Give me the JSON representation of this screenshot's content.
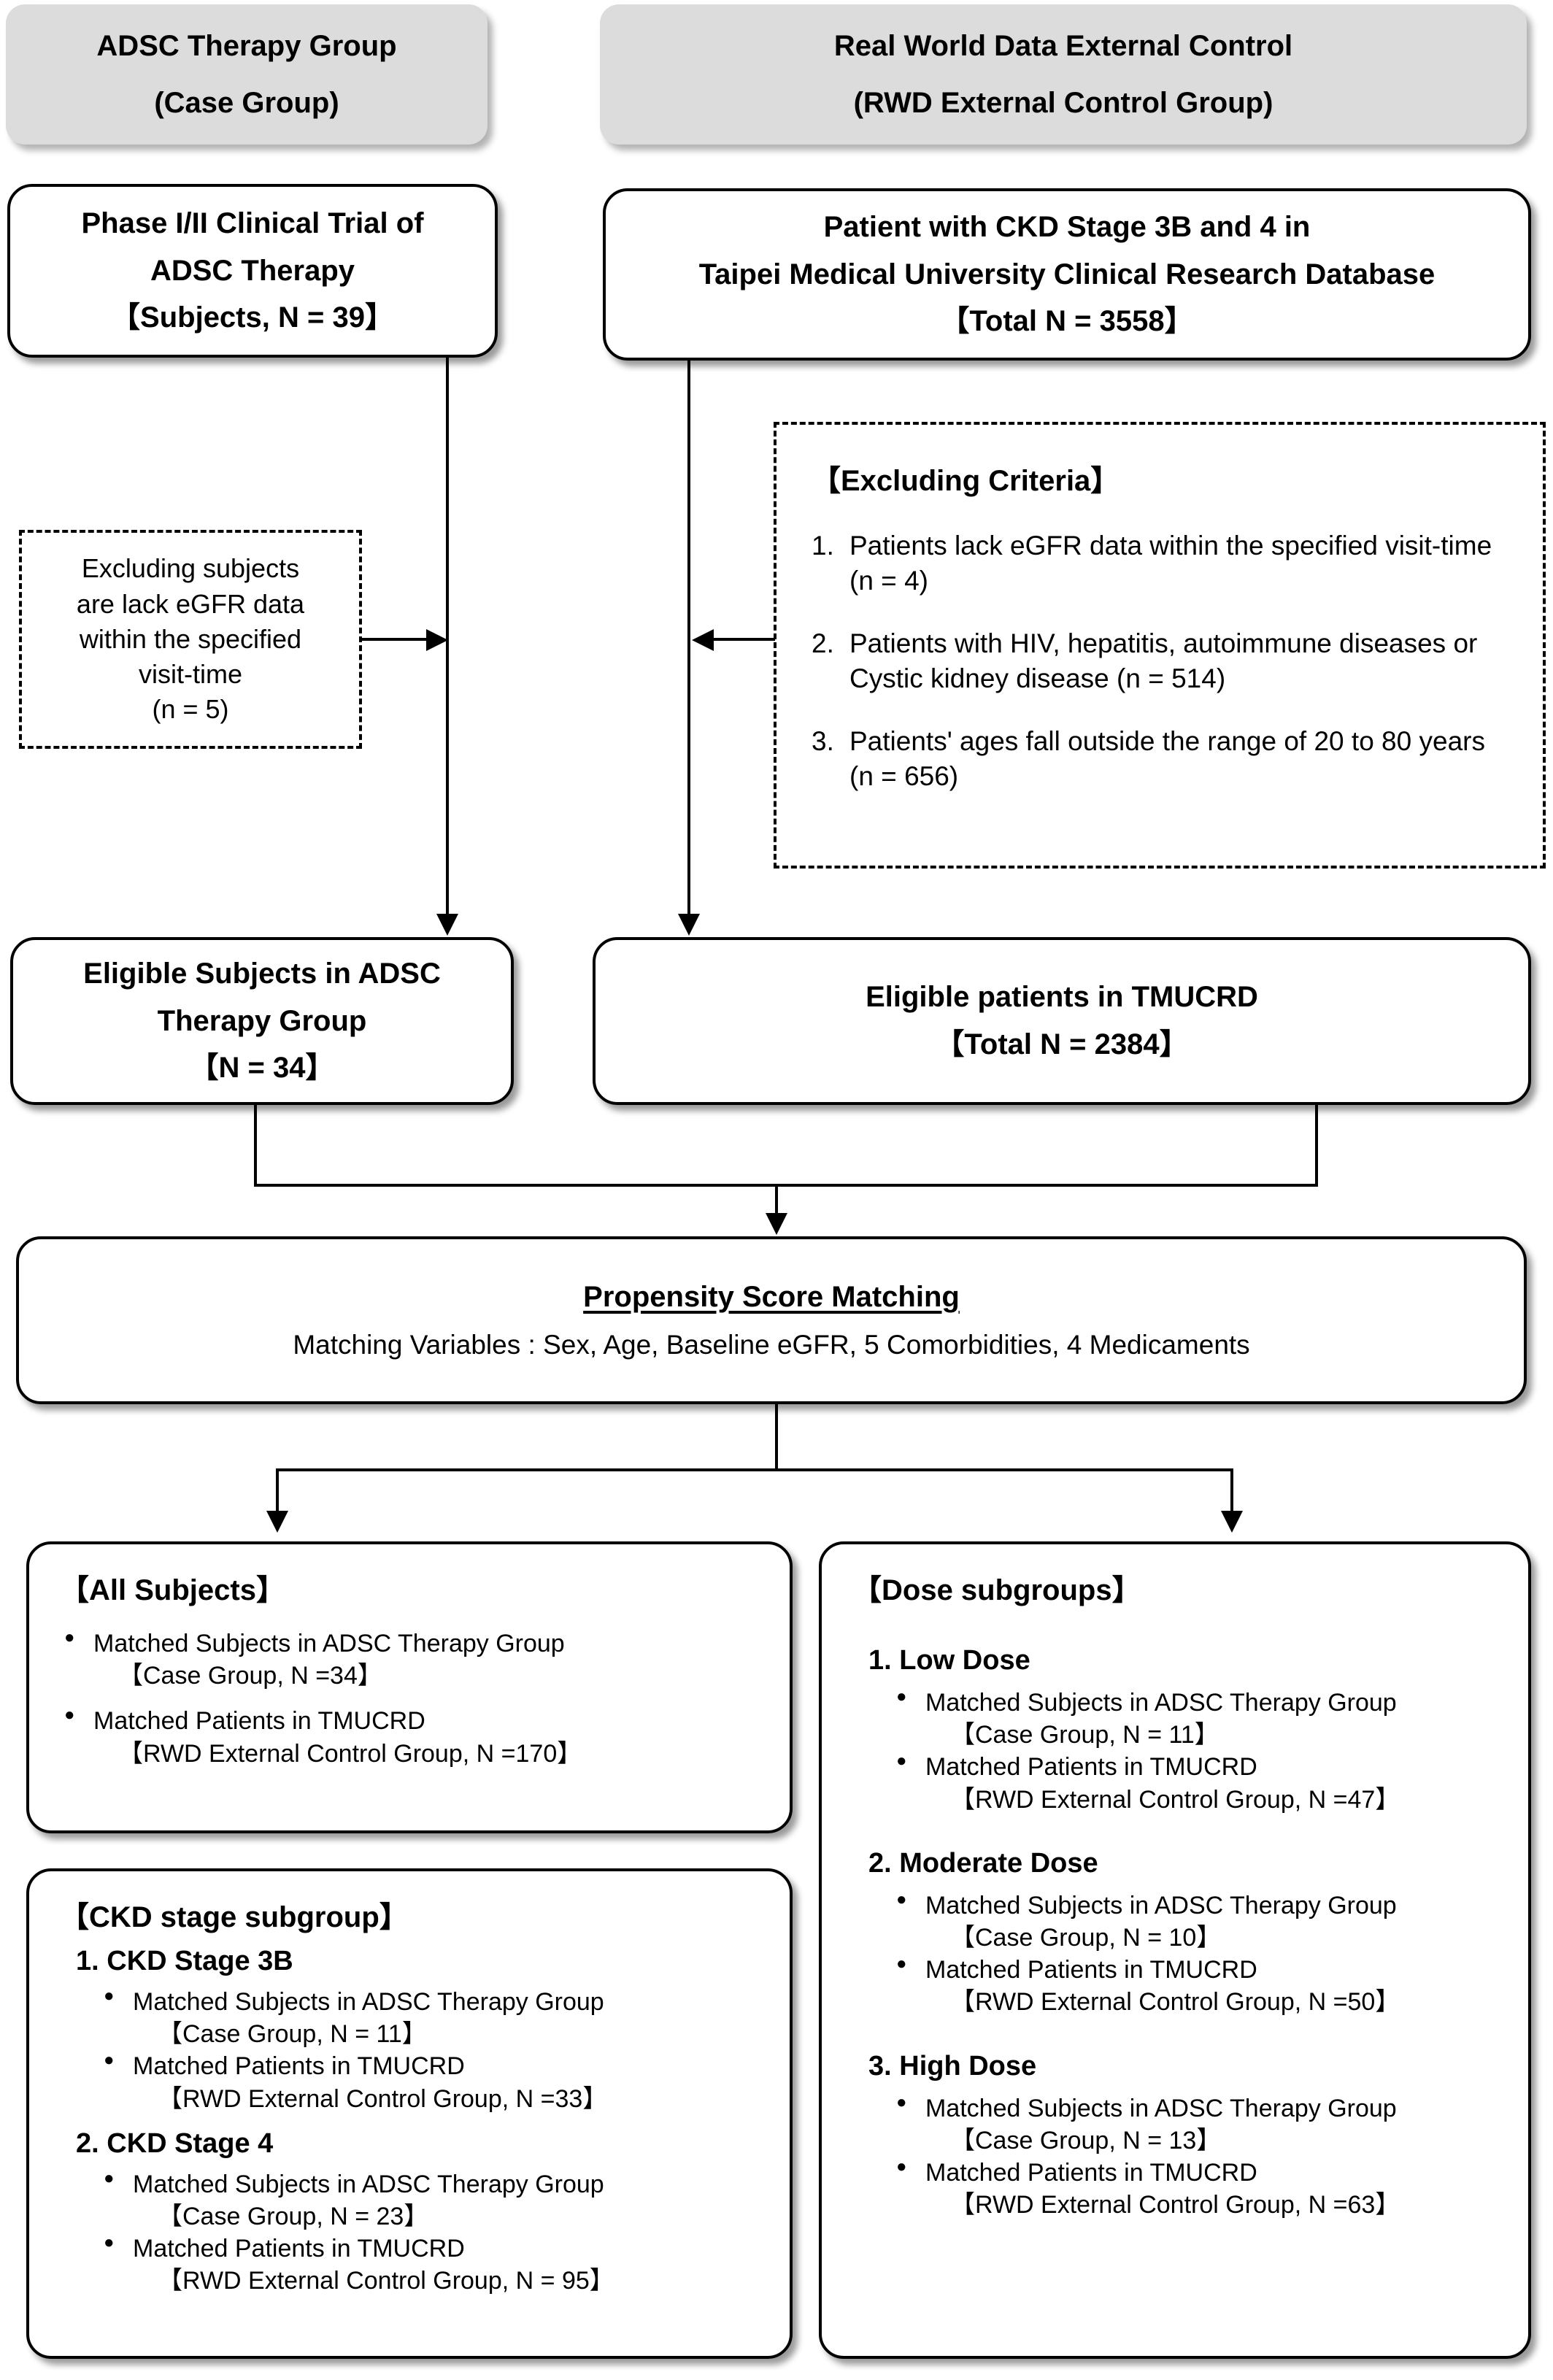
{
  "headers": {
    "left": {
      "line1": "ADSC Therapy Group",
      "line2": "(Case Group)"
    },
    "right": {
      "line1": "Real World Data External Control",
      "line2": "(RWD External Control Group)"
    }
  },
  "source_boxes": {
    "left": {
      "line1": "Phase I/II Clinical Trial of",
      "line2": "ADSC Therapy",
      "line3": "【Subjects, N = 39】"
    },
    "right": {
      "line1": "Patient with CKD Stage 3B and 4 in",
      "line2": "Taipei Medical University Clinical Research Database",
      "line3": "【Total N = 3558】"
    }
  },
  "exclusions": {
    "left": {
      "line1": "Excluding subjects",
      "line2": "are lack eGFR data",
      "line3": "within the specified",
      "line4": "visit-time",
      "line5": "(n = 5)"
    },
    "right": {
      "title": "【Excluding Criteria】",
      "items": [
        {
          "num": "1.",
          "text": "Patients lack eGFR data within the specified visit-time (n = 4)"
        },
        {
          "num": "2.",
          "text": "Patients with HIV, hepatitis, autoimmune diseases or Cystic kidney disease (n = 514)"
        },
        {
          "num": "3.",
          "text": "Patients' ages fall outside the range of 20 to 80 years   (n = 656)"
        }
      ]
    }
  },
  "eligible": {
    "left": {
      "line1": "Eligible Subjects in ADSC",
      "line2": "Therapy Group",
      "line3": "【N = 34】"
    },
    "right": {
      "line1": "Eligible patients in TMUCRD",
      "line2": "【Total N = 2384】"
    }
  },
  "psm": {
    "title": "Propensity Score Matching",
    "subtitle": "Matching Variables : Sex, Age, Baseline eGFR, 5 Comorbidities, 4 Medicaments"
  },
  "all_subjects": {
    "title": "【All Subjects】",
    "items": [
      {
        "main": "Matched Subjects in ADSC Therapy Group",
        "detail": "【Case Group, N =34】"
      },
      {
        "main": "Matched Patients in TMUCRD",
        "detail": "【RWD External Control Group, N =170】"
      }
    ]
  },
  "ckd_subgroup": {
    "title": "【CKD stage subgroup】",
    "groups": [
      {
        "heading": "1. CKD Stage 3B",
        "items": [
          {
            "main": "Matched Subjects in ADSC Therapy Group",
            "detail": "【Case Group, N = 11】"
          },
          {
            "main": "Matched Patients in TMUCRD",
            "detail": "【RWD External Control Group, N =33】"
          }
        ]
      },
      {
        "heading": "2. CKD Stage 4",
        "items": [
          {
            "main": "Matched Subjects in ADSC Therapy Group",
            "detail": "【Case Group, N = 23】"
          },
          {
            "main": "Matched Patients in TMUCRD",
            "detail": "【RWD External Control Group, N = 95】"
          }
        ]
      }
    ]
  },
  "dose_subgroup": {
    "title": "【Dose subgroups】",
    "groups": [
      {
        "heading": "1. Low Dose",
        "items": [
          {
            "main": "Matched Subjects in ADSC Therapy Group",
            "detail": "【Case Group, N = 11】"
          },
          {
            "main": "Matched Patients in TMUCRD",
            "detail": "【RWD External Control Group, N =47】"
          }
        ]
      },
      {
        "heading": "2. Moderate Dose",
        "items": [
          {
            "main": "Matched Subjects in ADSC Therapy Group",
            "detail": "【Case Group, N = 10】"
          },
          {
            "main": "Matched Patients in TMUCRD",
            "detail": "【RWD External Control Group, N =50】"
          }
        ]
      },
      {
        "heading": "3. High Dose",
        "items": [
          {
            "main": "Matched Subjects in ADSC Therapy Group",
            "detail": "【Case Group, N = 13】"
          },
          {
            "main": "Matched Patients in TMUCRD",
            "detail": "【RWD External Control Group, N =63】"
          }
        ]
      }
    ]
  },
  "colors": {
    "header_fill": "#dcdcdc",
    "box_stroke": "#000000",
    "background": "#ffffff"
  }
}
